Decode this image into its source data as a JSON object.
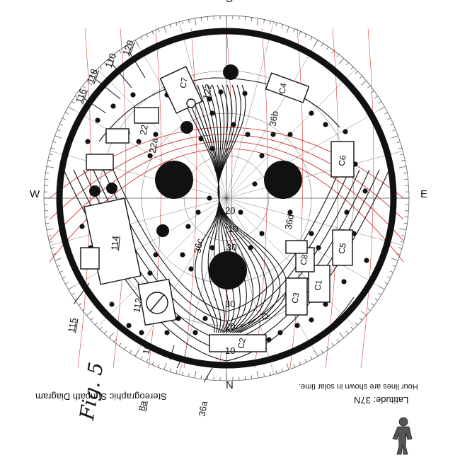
{
  "cardinal": {
    "north": "N",
    "south": "S",
    "east": "E",
    "west": "W"
  },
  "figure_label": "Fig. 5",
  "captions": {
    "title": "Stereographic Sunpath Diagram",
    "latitude": "Latitude: 37N",
    "hour_note": "Hour lines are shown in solar time."
  },
  "refs": {
    "r116": "116",
    "r118": "118",
    "r110": "110",
    "r120": "120",
    "r115": "115",
    "r114": "114",
    "r112": "112",
    "r1v": "16",
    "r8a": "8a",
    "r36a": "36a",
    "r36b": "36b",
    "r36c": "36c",
    "r36d": "36d",
    "r22": "22",
    "r22a": "22a",
    "r122": "122"
  },
  "components": {
    "c1": "C1",
    "c2": "C2",
    "c3": "C3",
    "c4": "C4",
    "c5": "C5",
    "c6": "C6",
    "c7": "C7",
    "c8": "C8",
    "q": "Q"
  },
  "signals": {
    "s10a": "10",
    "s20a": "20",
    "s30a": "30",
    "s30b": "30",
    "s20b": "20",
    "s10b": "10"
  },
  "colors": {
    "ink": "#111111",
    "sun_lines": "#d01818",
    "grid": "#444444",
    "background": "#ffffff"
  },
  "icons": {
    "figurine": "armored-figurine-icon"
  }
}
